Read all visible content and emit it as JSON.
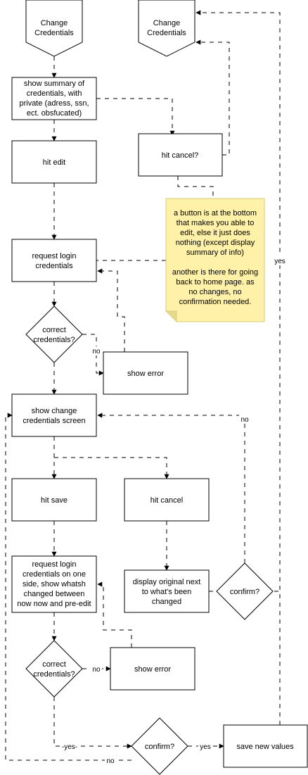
{
  "nodes": {
    "start_left": {
      "lines": [
        "Change",
        "Credentials"
      ]
    },
    "start_right": {
      "lines": [
        "Change",
        "Credentials"
      ]
    },
    "summary": {
      "lines": [
        "show summary of",
        "credentials, with",
        "private (adress, ssn,",
        "ect. obsfucated)"
      ]
    },
    "hit_edit": {
      "lines": [
        "hit edit"
      ]
    },
    "hit_cancel_top": {
      "lines": [
        "hit cancel?"
      ]
    },
    "request_login": {
      "lines": [
        "request login",
        "credentials"
      ]
    },
    "correct_1": {
      "lines": [
        "correct",
        "credentials?"
      ]
    },
    "show_error_1": {
      "lines": [
        "show error"
      ]
    },
    "show_change_screen": {
      "lines": [
        "show change",
        "credentials screen"
      ]
    },
    "hit_save": {
      "lines": [
        "hit save"
      ]
    },
    "hit_cancel": {
      "lines": [
        "hit cancel"
      ]
    },
    "request_login_2": {
      "lines": [
        "request login",
        "credentials on one",
        "side, show whatsh",
        "changed between",
        "now now and pre-edit"
      ]
    },
    "display_original": {
      "lines": [
        "display original next",
        "to what's been",
        "changed"
      ]
    },
    "confirm_1": {
      "lines": [
        "confirm?"
      ]
    },
    "correct_2": {
      "lines": [
        "correct",
        "credentials?"
      ]
    },
    "show_error_2": {
      "lines": [
        "show error"
      ]
    },
    "confirm_2": {
      "lines": [
        "confirm?"
      ]
    },
    "save_new": {
      "lines": [
        "save new values"
      ]
    }
  },
  "note": {
    "lines": [
      "a button is at the bottom",
      "that makes you able to",
      "edit, else it just does",
      "nothing (except display",
      "summary of info)",
      "",
      "another is there for going",
      "back to home page. as",
      "no changes, no",
      "confirmation needed."
    ],
    "color": "#fff2a8"
  },
  "edge_labels": {
    "no_1": "no",
    "no_confirm_1": "no",
    "yes_save_to_top": "yes",
    "no_2": "no",
    "yes_correct_2": "-yes-",
    "yes_confirm_2": "yes",
    "no_confirm_2": "no"
  }
}
